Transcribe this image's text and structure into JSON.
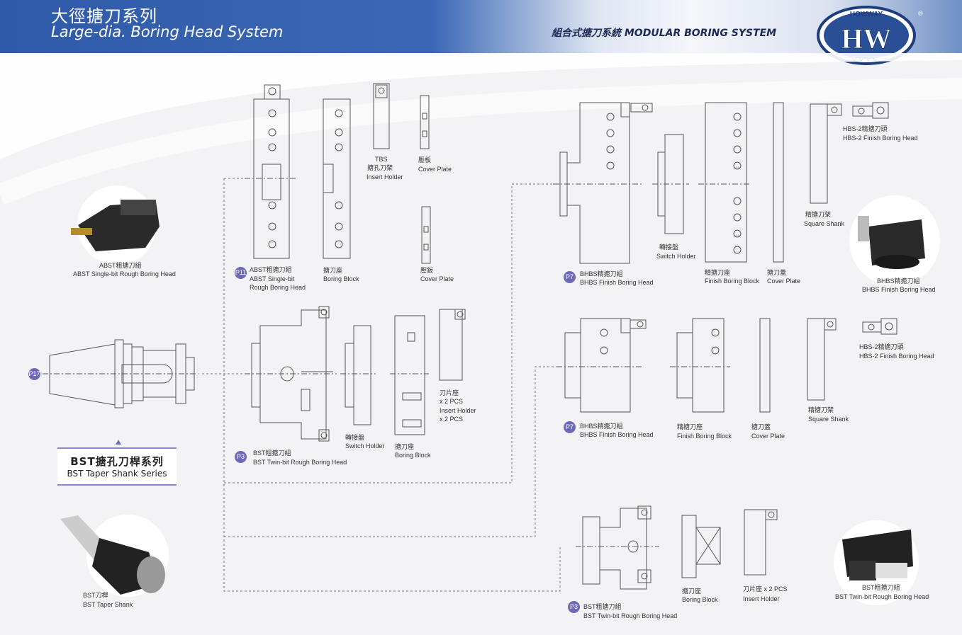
{
  "header": {
    "title_cn": "大徑搪刀系列",
    "title_en": "Large-dia. Boring Head System",
    "system": "組合式搪刀系統 MODULAR BORING SYSTEM",
    "logo_top": "HOWWAY",
    "logo_main": "HW",
    "logo_reg": "®"
  },
  "colors": {
    "header_blue": "#2f5aa8",
    "badge": "#6f6ab8",
    "line": "#555555"
  },
  "bst": {
    "title_cn": "BST搪孔刀桿系列",
    "title_en": "BST Taper Shank Series",
    "badge": "P17"
  },
  "labels": {
    "abst_photo_cn": "ABST粗搪刀組",
    "abst_photo_en": "ABST Single-bit Rough Boring Head",
    "abst_badge": "P11",
    "abst_cn": "ABST粗搪刀組",
    "abst_en1": "ABST Single-bit",
    "abst_en2": "Rough Boring Head",
    "boring_block_cn": "搪刀座",
    "boring_block_en": "Boring Block",
    "tbs_code": "TBS",
    "tbs_cn": "搪孔刀架",
    "tbs_en": "Insert Holder",
    "cover_cn": "壓板",
    "cover_en": "Cover Plate",
    "cover2_cn": "壓鈑",
    "cover2_en": "Cover Plate",
    "bst_twin_badge": "P3",
    "bst_twin_cn": "BST粗搪刀組",
    "bst_twin_en": "BST Twin-bit Rough Boring Head",
    "switch_cn": "轉接盤",
    "switch_en": "Switch Holder",
    "bb2_cn": "搪刀座",
    "bb2_en": "Boring Block",
    "ih_cn": "刀片座",
    "ih_qty": "x 2 PCS",
    "ih_en": "Insert Holder",
    "ih_qty2": "x 2 PCS",
    "bhbs1_badge": "P7",
    "bhbs1_cn": "BHBS精搪刀組",
    "bhbs1_en": "BHBS Finish Boring Head",
    "sw2_cn": "轉接盤",
    "sw2_en": "Switch Holder",
    "fbb_cn": "精搪刀座",
    "fbb_en": "Finish Boring Block",
    "cp3_cn": "搪刀蓋",
    "cp3_en": "Cover Plate",
    "sq_cn": "精搪刀架",
    "sq_en": "Square Shank",
    "hbs2_cn": "HBS-2精搪刀頭",
    "hbs2_en": "HBS-2 Finish Boring Head",
    "bhbs_photo_cn": "BHBS精搪刀組",
    "bhbs_photo_en": "BHBS Finish Boring Head",
    "bhbs2_badge": "P7",
    "bhbs2_cn": "BHBS精搪刀組",
    "bhbs2_en": "BHBS Finish Boring Head",
    "fbb2_cn": "精搪刀座",
    "fbb2_en": "Finish Boring Block",
    "cp4_cn": "搪刀蓋",
    "cp4_en": "Cover Plate",
    "sq2_cn": "精搪刀架",
    "sq2_en": "Square Shank",
    "hbs2b_cn": "HBS-2精搪刀頭",
    "hbs2b_en": "HBS-2 Finish Boring Head",
    "bst3_badge": "P3",
    "bst3_cn": "BST粗搪刀組",
    "bst3_en": "BST Twin-bit Rough Boring Head",
    "bb3_cn": "搪刀座",
    "bb3_en": "Boring Block",
    "ih3": "刀片座 x 2 PCS",
    "ih3_en": "Insert Holder",
    "bst_photo_cn": "BST粗搪刀組",
    "bst_photo_en": "BST Twin-bit Rough Boring Head",
    "shank_photo_cn": "BST刀桿",
    "shank_photo_en": "BST Taper Shank"
  }
}
